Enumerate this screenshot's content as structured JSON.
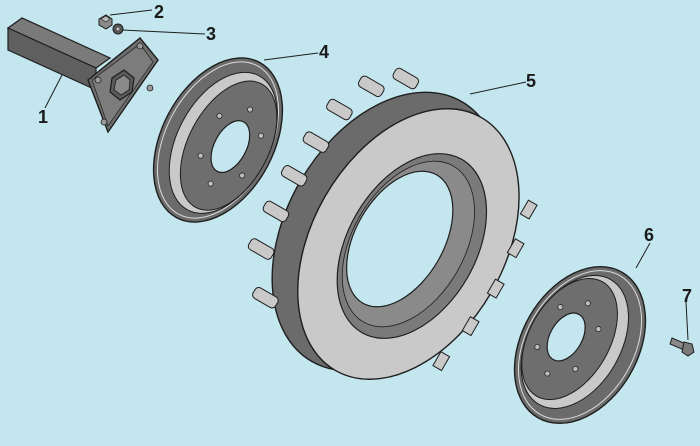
{
  "diagram": {
    "type": "exploded-parts-view",
    "background": "#c3e6ef",
    "colors": {
      "part_dark": "#6b6b6b",
      "part_mid": "#8a8a8a",
      "part_light": "#c9c9c9",
      "outline": "#1e1e1e"
    },
    "parts": [
      {
        "id": "1",
        "label": "1",
        "name": "axle-shaft-with-flange"
      },
      {
        "id": "2",
        "label": "2",
        "name": "nut"
      },
      {
        "id": "3",
        "label": "3",
        "name": "washer"
      },
      {
        "id": "4",
        "label": "4",
        "name": "rim-half-inner"
      },
      {
        "id": "5",
        "label": "5",
        "name": "tire"
      },
      {
        "id": "6",
        "label": "6",
        "name": "rim-half-outer"
      },
      {
        "id": "7",
        "label": "7",
        "name": "bolt"
      }
    ]
  }
}
